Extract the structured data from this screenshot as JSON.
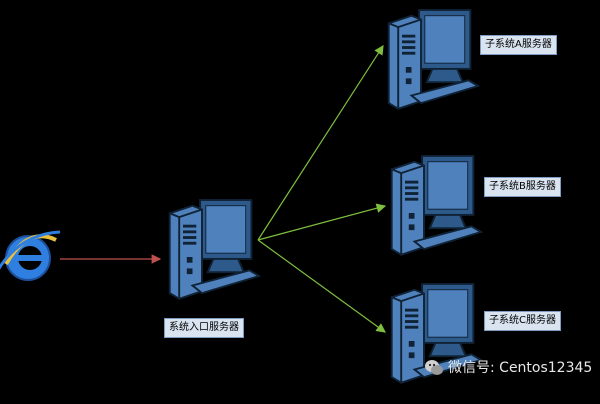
{
  "nodes": {
    "entry": {
      "label": "系统入口服务器"
    },
    "sub_a": {
      "label": "子系统A服务器"
    },
    "sub_b": {
      "label": "子系统B服务器"
    },
    "sub_c": {
      "label": "子系统C服务器"
    }
  },
  "client": {
    "icon": "ie-browser-icon"
  },
  "watermark": {
    "text": "微信号: Centos12345",
    "icon": "wechat-icon"
  },
  "colors": {
    "background": "#000000",
    "server_body": "#4f81bd",
    "server_outline": "#1f3a5c",
    "arrow_client": "#c0504d",
    "arrow_branch": "#7fbf3f",
    "label_fill": "#d9e4f0"
  }
}
